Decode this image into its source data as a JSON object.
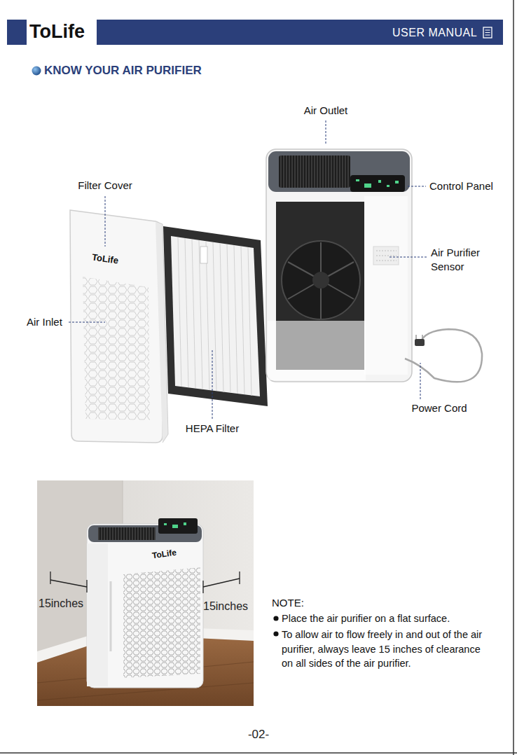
{
  "diagram": {
    "title": "KNOW YOUR AIR PURIFIER",
    "labels": [
      "ToLife",
      "USER MANUAL",
      "Air Outlet",
      "Filter Cover",
      "Control Panel",
      "Air Purifier Sensor",
      "ToLife",
      "Air Inlet",
      "HEPA Filter",
      "Power Cord",
      "ToLife",
      "15inches",
      "15inches",
      "NOTE:",
      "Place the air purifier on a flat surface.",
      "To allow air to flow freely in and out of the air purifier, always leave 15 inches of clearance on all sides of the air purifier.",
      "-02-"
    ]
  }
}
